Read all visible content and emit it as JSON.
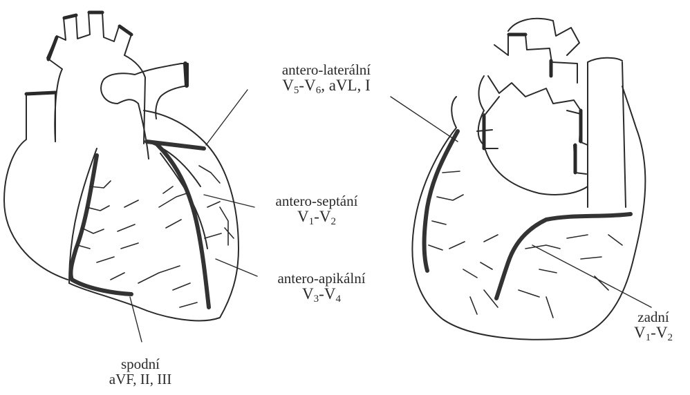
{
  "labels": {
    "antero_lateral": {
      "name": "antero-laterální",
      "v1": "V",
      "s1": "5",
      "mid": "-V",
      "s2": "6",
      "rest": ", aVL, I"
    },
    "antero_septal": {
      "name": "antero-septání",
      "v1": "V",
      "s1": "1",
      "mid": "-V",
      "s2": "2"
    },
    "antero_apical": {
      "name": "antero-apikální",
      "v1": "V",
      "s1": "3",
      "mid": "-V",
      "s2": "4"
    },
    "inferior": {
      "name": "spodní",
      "leads": "aVF, II, III"
    },
    "posterior": {
      "name": "zadní",
      "v1": "V",
      "s1": "1",
      "mid": "-V",
      "s2": "2"
    }
  },
  "colors": {
    "ink": "#2a2a2a",
    "vessel": "#333333",
    "background": "#ffffff"
  }
}
